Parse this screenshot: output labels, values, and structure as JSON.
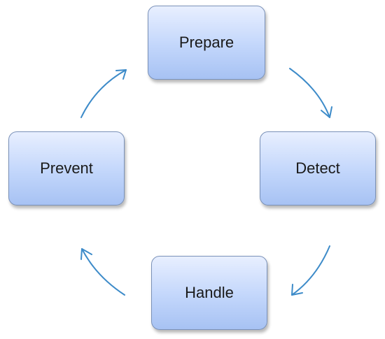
{
  "diagram": {
    "nodes": [
      {
        "id": "prepare",
        "label": "Prepare"
      },
      {
        "id": "detect",
        "label": "Detect"
      },
      {
        "id": "handle",
        "label": "Handle"
      },
      {
        "id": "prevent",
        "label": "Prevent"
      }
    ],
    "edges": [
      {
        "from": "prepare",
        "to": "detect"
      },
      {
        "from": "detect",
        "to": "handle"
      },
      {
        "from": "handle",
        "to": "prevent"
      },
      {
        "from": "prevent",
        "to": "prepare"
      }
    ],
    "colors": {
      "arrow": "#3d8bc9",
      "node_fill_top": "#e8efff",
      "node_fill_bottom": "#a7c2f3",
      "node_border": "#7a91b8"
    }
  }
}
